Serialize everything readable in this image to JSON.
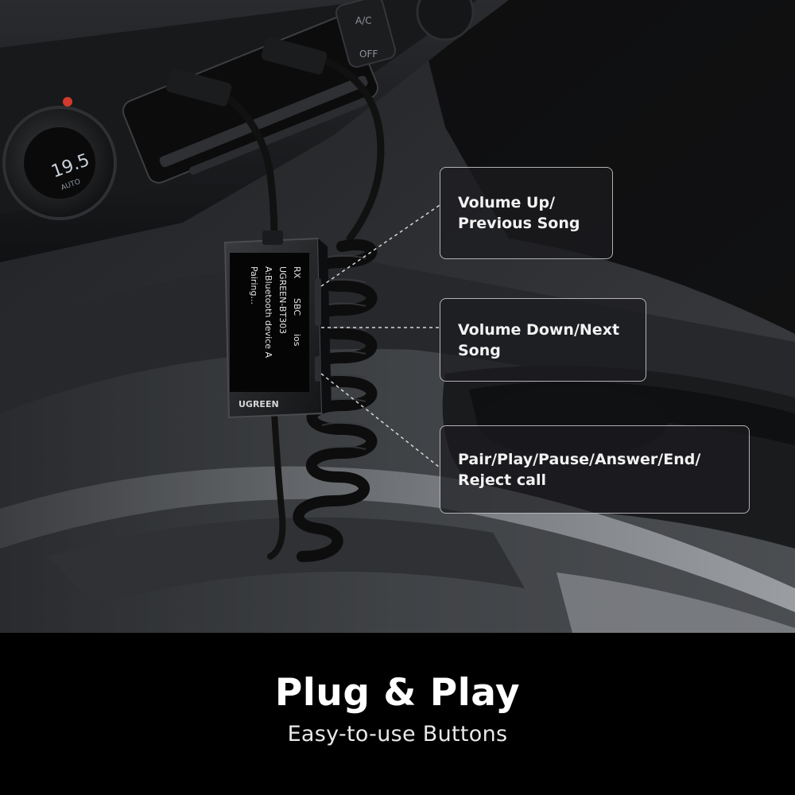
{
  "product": {
    "brand": "UGREEN",
    "screen_lines": [
      "RX",
      "SBC",
      "UGREEN-BT303",
      "A:Bluetooth device A",
      "Pairing..."
    ],
    "screen_partial_label": "ios"
  },
  "dashboard": {
    "display_reading": "19.5",
    "display_sub": "AUTO",
    "button_label_1": "A/C",
    "button_label_2": "OFF"
  },
  "callouts": [
    {
      "line1": "Volume Up/",
      "line2": "Previous Song"
    },
    {
      "line1": "Volume Down/Next",
      "line2": "Song"
    },
    {
      "line1": "Pair/Play/Pause/Answer/End/",
      "line2": "Reject call"
    }
  ],
  "headline": "Plug & Play",
  "subline": "Easy-to-use Buttons",
  "colors": {
    "background": "#000000",
    "callout_border": "#cdcdd2",
    "text": "#ffffff"
  }
}
